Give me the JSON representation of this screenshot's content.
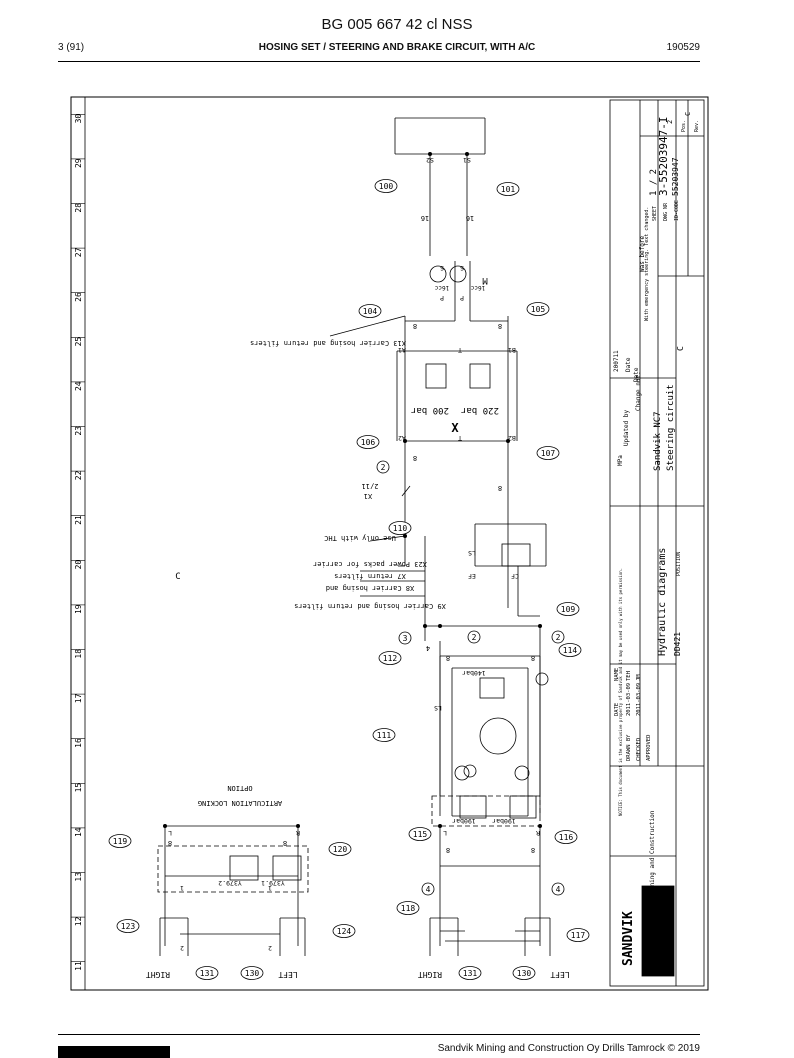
{
  "document": {
    "title": "BG 005 667 42 cl NSS",
    "page": "3 (91)",
    "section": "HOSING SET / STEERING AND BRAKE CIRCUIT, WITH A/C",
    "date": "190529",
    "footer": "Sandvik Mining and Construction Oy Drills Tamrock © 2019"
  },
  "drawing": {
    "grid_numbers": [
      "11",
      "12",
      "13",
      "14",
      "15",
      "16",
      "17",
      "18",
      "19",
      "20",
      "21",
      "22",
      "23",
      "24",
      "25",
      "26",
      "27",
      "28",
      "29",
      "30"
    ],
    "zone_letter": "C",
    "item_numbers": [
      "100",
      "101",
      "104",
      "105",
      "106",
      "107",
      "109",
      "110",
      "111",
      "112",
      "114",
      "115",
      "116",
      "117",
      "118",
      "119",
      "120",
      "123",
      "124",
      "130",
      "131"
    ],
    "circled_small": [
      "2",
      "3",
      "4"
    ],
    "hose_sizes": [
      "16",
      "8",
      "4"
    ],
    "ports": [
      "S1",
      "S2",
      "P",
      "S",
      "A1",
      "B1",
      "A2",
      "B2",
      "T",
      "LS",
      "EF",
      "CF",
      "L",
      "R",
      "1",
      "2",
      "X1"
    ],
    "pump_labels": [
      "M",
      "16cc"
    ],
    "valve_pressures": [
      "200 bar",
      "220 bar"
    ],
    "relief_pressures": [
      "140bar",
      "190bar"
    ],
    "valve_codes": [
      "Y379.1",
      "Y379.2"
    ],
    "wheels": [
      "LEFT",
      "RIGHT"
    ],
    "notes": {
      "x13": "X13 Carrier hosing and return filters",
      "x1": "X1",
      "x1_ref": "2/11",
      "thc": "Use only with THC",
      "x23": "X23 Power packs for carrier",
      "x7": "X7 return filters",
      "x8": "X8 Carrier hosing and",
      "x9": "X9 Carrier hosing and return filters",
      "option": "OPTION",
      "articulation": "ARTICULATION LOCKING"
    }
  },
  "title_block": {
    "company": "SANDVIK",
    "copyright": "Copyright © Sandvik Mining and Construction",
    "notice": "NOTICE: This document is the exclusive property of Sandvik and it may be used only with its permission.",
    "drawn_by_label": "DRAWN BY",
    "checked_label": "CHECKED",
    "approved_label": "APPROVED",
    "date_label": "DATE",
    "name_label": "NAME",
    "date_drawn": "2011-03-09",
    "date_checked": "2011-03-09",
    "name_drawn": "TEH",
    "name_checked": "JM",
    "subject": "Hydraulic diagrams",
    "model_code": "DD421",
    "position_label": "POSITION",
    "product": "Sandvik NC7",
    "circuit": "Steering circuit",
    "zone": "C",
    "revision_note": "With emergency steering. Text changed.",
    "revision_date": "200711",
    "mpa": "MPa",
    "updated_by": "Updated by",
    "change_not": "Change not.",
    "date_label2": "Date",
    "was_before": "Was before",
    "sheet_label": "SHEET",
    "sheet": "1 / 2",
    "dwg_label": "DWG NR",
    "dwg_nr": "3-55203947-I",
    "id_label": "ID-CODE",
    "id_code": "55203947",
    "pos_label": "Pos.",
    "rev_label": "Rev.",
    "pos_value": "2",
    "rev_value": "C"
  }
}
